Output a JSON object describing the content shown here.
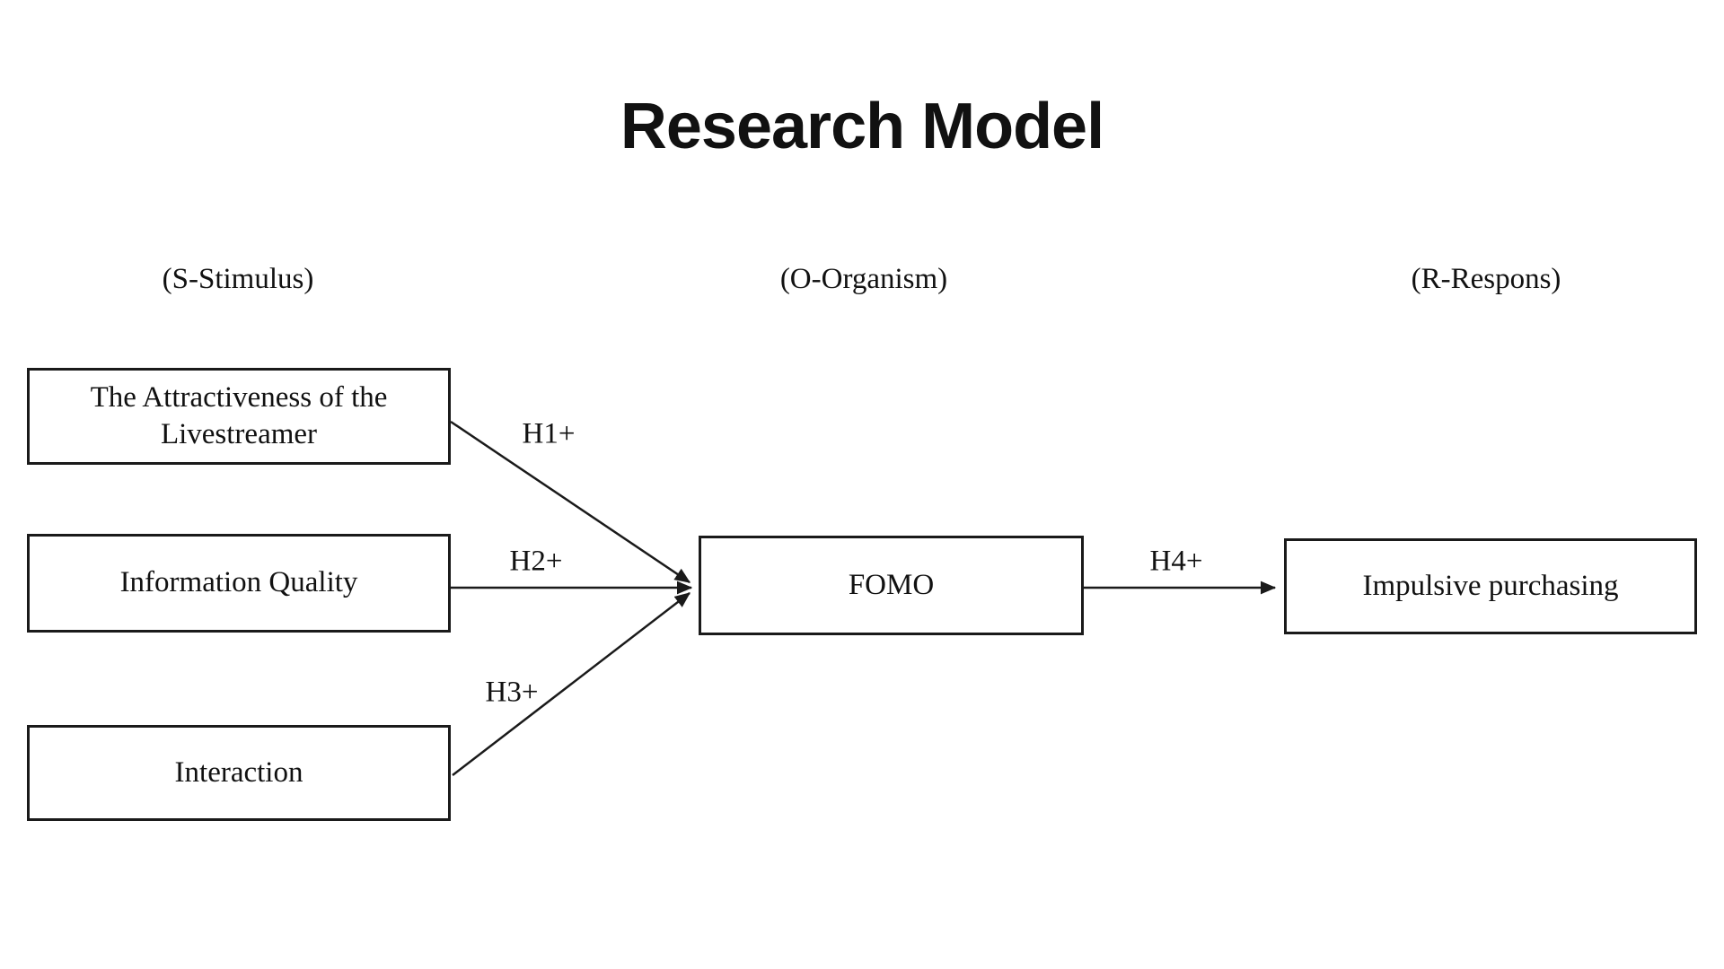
{
  "page": {
    "title": "Research Model"
  },
  "columns": [
    {
      "id": "stimulus",
      "label": "(S-Stimulus)"
    },
    {
      "id": "organism",
      "label": "(O-Organism)"
    },
    {
      "id": "response",
      "label": "(R-Respons)"
    }
  ],
  "nodes": [
    {
      "id": "attractiveness",
      "label": "The Attractiveness of the Livestreamer",
      "column": "stimulus"
    },
    {
      "id": "information-quality",
      "label": "Information Quality",
      "column": "stimulus"
    },
    {
      "id": "interaction",
      "label": "Interaction",
      "column": "stimulus"
    },
    {
      "id": "fomo",
      "label": "FOMO",
      "column": "organism"
    },
    {
      "id": "impulsive-purchasing",
      "label": "Impulsive purchasing",
      "column": "response"
    }
  ],
  "edges": [
    {
      "id": "h1",
      "label": "H1+",
      "from": "attractiveness",
      "to": "fomo"
    },
    {
      "id": "h2",
      "label": "H2+",
      "from": "information-quality",
      "to": "fomo"
    },
    {
      "id": "h3",
      "label": "H3+",
      "from": "interaction",
      "to": "fomo"
    },
    {
      "id": "h4",
      "label": "H4+",
      "from": "fomo",
      "to": "impulsive-purchasing"
    }
  ],
  "colors": {
    "background": "#ffffff",
    "ink": "#111111",
    "line": "#1a1a1a"
  }
}
